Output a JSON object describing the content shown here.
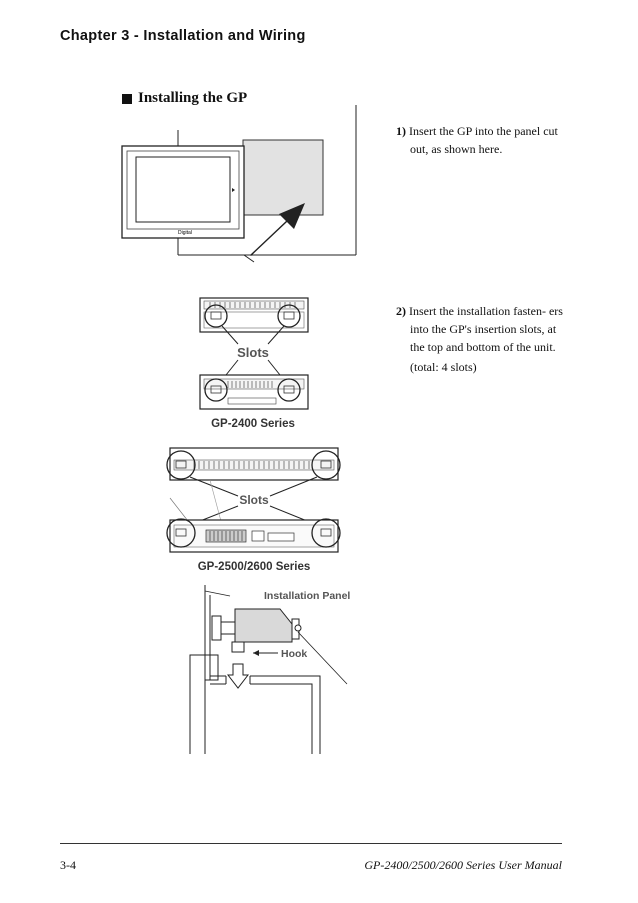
{
  "header": {
    "chapter_title": "Chapter 3 - Installation and Wiring"
  },
  "section": {
    "heading": "Installing the GP"
  },
  "steps": [
    {
      "number": "1)",
      "text": "Insert the GP into the panel cut out, as shown here."
    },
    {
      "number": "2)",
      "text": "Insert the installation fasten- ers into the GP's insertion slots, at the top and bottom of the unit.",
      "note": "(total: 4 slots)"
    }
  ],
  "figures": {
    "gp_front": {
      "logo": "Digital"
    },
    "gp2400": {
      "slots_label": "Slots",
      "caption": "GP-2400 Series"
    },
    "gp2500": {
      "slots_label": "Slots",
      "caption": "GP-2500/2600 Series"
    },
    "fastener": {
      "panel_label": "Installation Panel",
      "hook_label": "Hook"
    }
  },
  "footer": {
    "page_number": "3-4",
    "manual_title": "GP-2400/2500/2600  Series User Manual"
  }
}
